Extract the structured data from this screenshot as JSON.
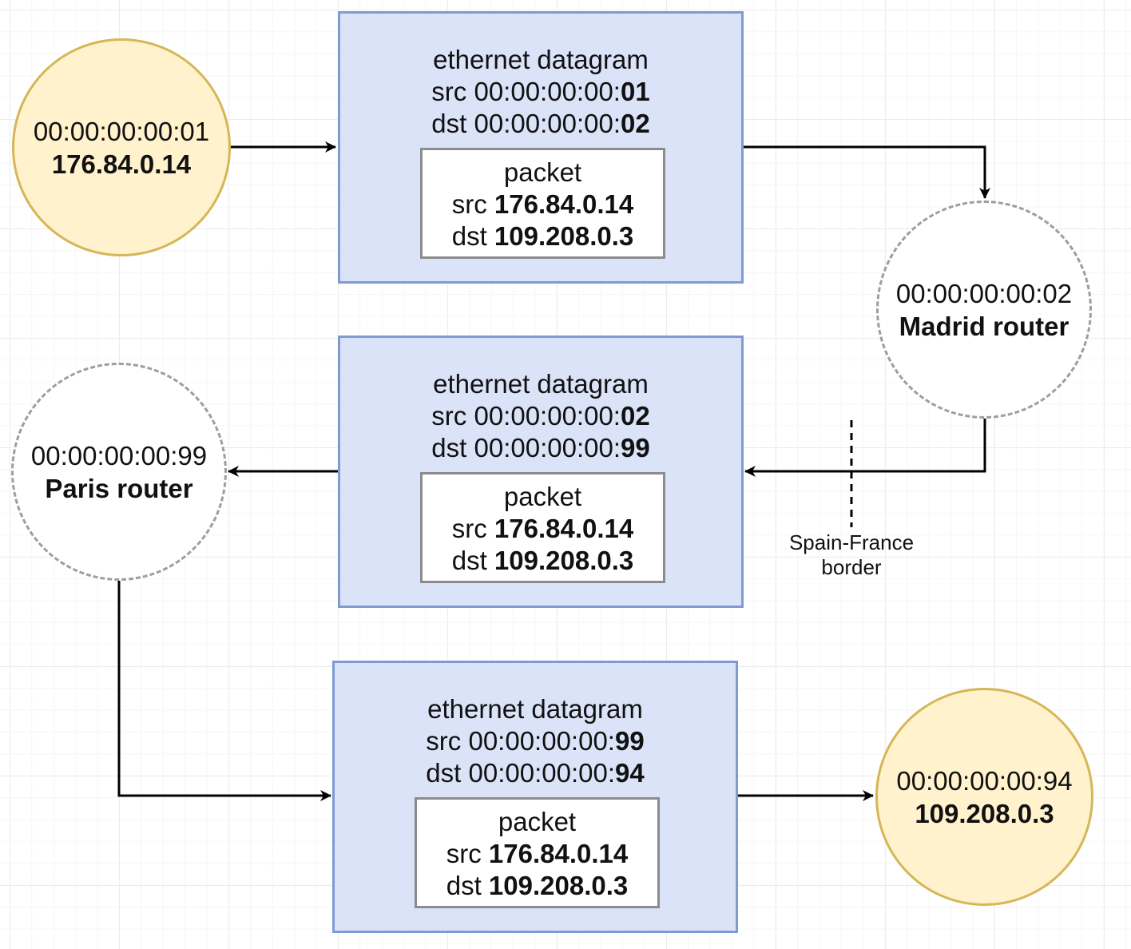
{
  "nodes": {
    "source_host": {
      "mac": "00:00:00:00:01",
      "ip": "176.84.0.14"
    },
    "madrid_router": {
      "mac": "00:00:00:00:02",
      "name": "Madrid router"
    },
    "paris_router": {
      "mac": "00:00:00:00:99",
      "name": "Paris router"
    },
    "dest_host": {
      "mac": "00:00:00:00:94",
      "ip": "109.208.0.3"
    }
  },
  "datagrams": [
    {
      "title": "ethernet datagram",
      "src_label": "src",
      "src_prefix": "00:00:00:00:",
      "src_suffix": "01",
      "dst_label": "dst",
      "dst_prefix": "00:00:00:00:",
      "dst_suffix": "02",
      "packet": {
        "title": "packet",
        "src_label": "src",
        "src": "176.84.0.14",
        "dst_label": "dst",
        "dst": "109.208.0.3"
      }
    },
    {
      "title": "ethernet datagram",
      "src_label": "src",
      "src_prefix": "00:00:00:00:",
      "src_suffix": "02",
      "dst_label": "dst",
      "dst_prefix": "00:00:00:00:",
      "dst_suffix": "99",
      "packet": {
        "title": "packet",
        "src_label": "src",
        "src": "176.84.0.14",
        "dst_label": "dst",
        "dst": "109.208.0.3"
      }
    },
    {
      "title": "ethernet datagram",
      "src_label": "src",
      "src_prefix": "00:00:00:00:",
      "src_suffix": "99",
      "dst_label": "dst",
      "dst_prefix": "00:00:00:00:",
      "dst_suffix": "94",
      "packet": {
        "title": "packet",
        "src_label": "src",
        "src": "176.84.0.14",
        "dst_label": "dst",
        "dst": "109.208.0.3"
      }
    }
  ],
  "annotation": {
    "line1": "Spain-France",
    "line2": "border"
  },
  "colors": {
    "host_fill": "#fff2cc",
    "host_stroke": "#d6b656",
    "datagram_fill": "#dae3f8",
    "datagram_stroke": "#7f9bd1",
    "router_stroke": "#9e9e9e",
    "edge": "#000000"
  }
}
